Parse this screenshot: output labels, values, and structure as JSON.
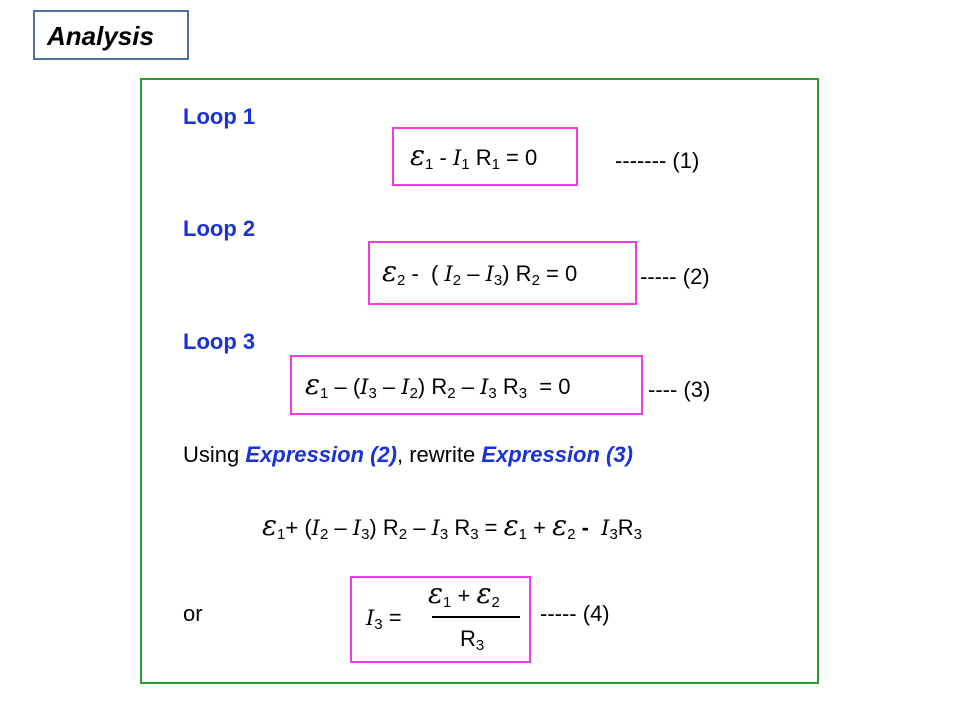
{
  "title": "Analysis",
  "loops": {
    "loop1": "Loop 1",
    "loop2": "Loop 2",
    "loop3": "Loop 3"
  },
  "labels": {
    "eq1": "------- (1)",
    "eq2": "----- (2)",
    "eq3": "---- (3)",
    "eq4": "----- (4)"
  },
  "sentence": {
    "part1": "Using ",
    "expr2": "Expression (2)",
    "part2": ", rewrite ",
    "expr3": "Expression (3)"
  },
  "or_text": "or",
  "colors": {
    "heading_blue": "#1a32d8",
    "box_magenta": "#ee3ae8",
    "panel_green": "#2e9a2e",
    "title_border": "#4f6fa8"
  }
}
